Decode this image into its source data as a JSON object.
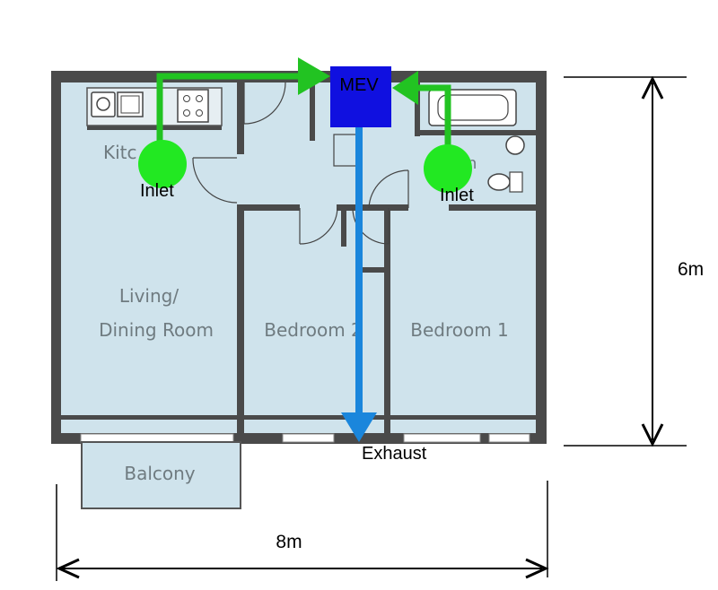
{
  "diagram": {
    "rooms": {
      "kitchen": "Kitc",
      "living": [
        "Living/",
        "Dining Room"
      ],
      "bedroom2": "Bedroom 2",
      "bedroom1": "Bedroom 1",
      "balcony": "Balcony",
      "bath_partial": "n"
    },
    "labels": {
      "mev": "MEV",
      "inlet_left": "Inlet",
      "inlet_right": "Inlet",
      "exhaust": "Exhaust"
    },
    "dimensions": {
      "height": "6m",
      "width": "8m"
    },
    "colors": {
      "wall": "#4a4a4a",
      "room_fill": "#cfe3ec",
      "inlet_flow": "#22c322",
      "inlet_marker": "#22e822",
      "mev_box": "#1010e0",
      "exhaust_flow": "#1a86dc"
    }
  }
}
